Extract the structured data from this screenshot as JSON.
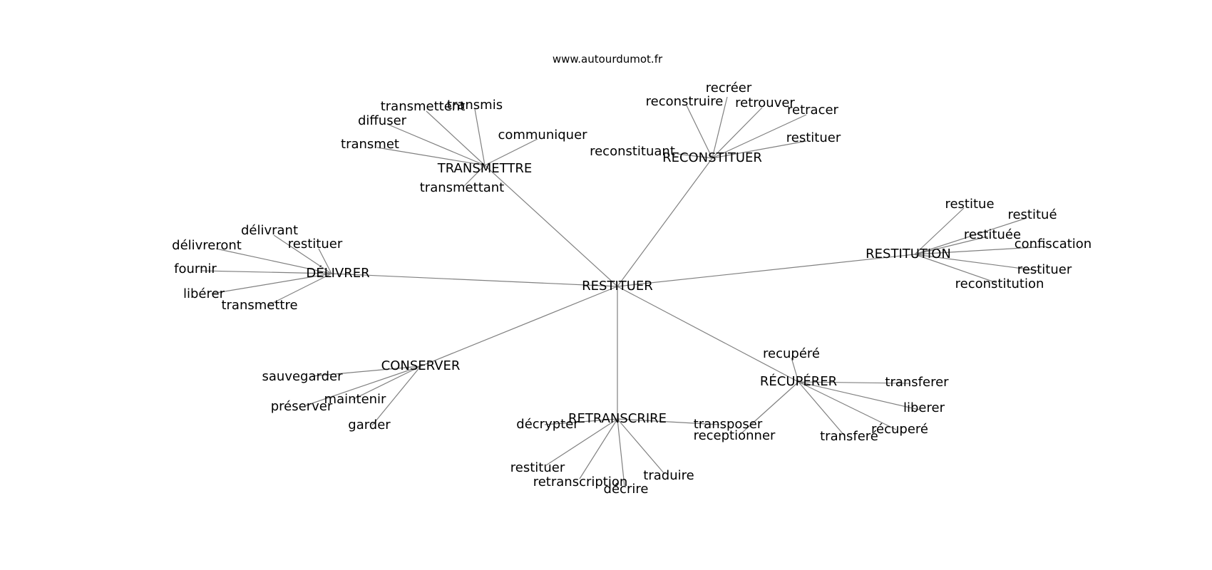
{
  "source": "www.autourdumot.fr",
  "center": "RESTITUER",
  "hubs": [
    {
      "id": "reconstituer",
      "label": "RECONSTITUER",
      "words": [
        "recréer",
        "reconstruire",
        "retrouver",
        "retracer",
        "restituer",
        "reconstituant"
      ]
    },
    {
      "id": "transmettre",
      "label": "TRANSMETTRE",
      "words": [
        "transmettent",
        "transmis",
        "diffuser",
        "communiquer",
        "transmet",
        "transmettant"
      ]
    },
    {
      "id": "restitution",
      "label": "RESTITUTION",
      "words": [
        "restitue",
        "restitué",
        "restituée",
        "confiscation",
        "restituer",
        "reconstitution"
      ]
    },
    {
      "id": "delivrer",
      "label": "DÉLIVRER",
      "words": [
        "délivrant",
        "délivreront",
        "restituer",
        "fournir",
        "libérer",
        "transmettre"
      ]
    },
    {
      "id": "conserver",
      "label": "CONSERVER",
      "words": [
        "sauvegarder",
        "maintenir",
        "préserver",
        "garder"
      ]
    },
    {
      "id": "retranscrire",
      "label": "RETRANSCRIRE",
      "words": [
        "décrypter",
        "transposer",
        "restituer",
        "retranscription",
        "décrire",
        "traduire"
      ]
    },
    {
      "id": "recuperer",
      "label": "RÉCUPÉRER",
      "words": [
        "recupéré",
        "transferer",
        "liberer",
        "récuperé",
        "transferé",
        "receptionner"
      ]
    }
  ]
}
